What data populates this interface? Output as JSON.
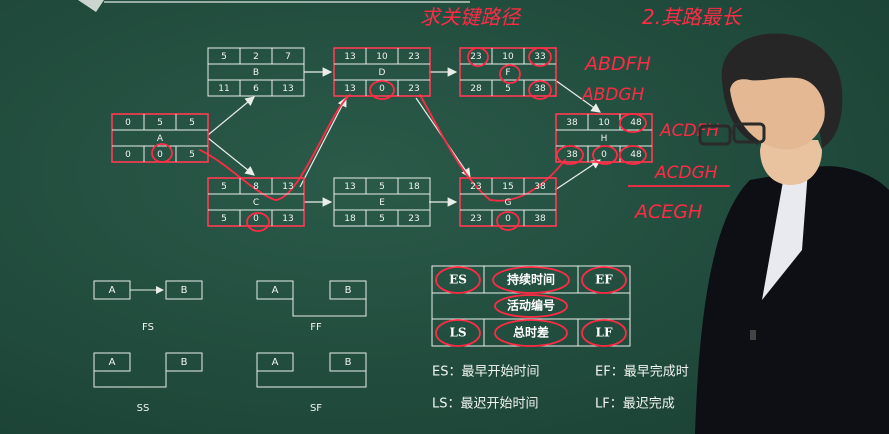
{
  "nodes": [
    {
      "id": "A",
      "es": "0",
      "dur": "5",
      "ef": "5",
      "ls": "0",
      "tf": "0",
      "lf": "5"
    },
    {
      "id": "B",
      "es": "5",
      "dur": "2",
      "ef": "7",
      "ls": "11",
      "tf": "6",
      "lf": "13"
    },
    {
      "id": "C",
      "es": "5",
      "dur": "8",
      "ef": "13",
      "ls": "5",
      "tf": "0",
      "lf": "13"
    },
    {
      "id": "D",
      "es": "13",
      "dur": "10",
      "ef": "23",
      "ls": "13",
      "tf": "0",
      "lf": "23"
    },
    {
      "id": "E",
      "es": "13",
      "dur": "5",
      "ef": "18",
      "ls": "18",
      "tf": "5",
      "lf": "23"
    },
    {
      "id": "F",
      "es": "23",
      "dur": "10",
      "ef": "33",
      "ls": "28",
      "tf": "5",
      "lf": "38"
    },
    {
      "id": "G",
      "es": "23",
      "dur": "15",
      "ef": "38",
      "ls": "23",
      "tf": "0",
      "lf": "38"
    },
    {
      "id": "H",
      "es": "38",
      "dur": "10",
      "ef": "48",
      "ls": "38",
      "tf": "0",
      "lf": "48"
    }
  ],
  "legend": {
    "fs": {
      "a": "A",
      "b": "B",
      "label": "FS"
    },
    "ff": {
      "a": "A",
      "b": "B",
      "label": "FF"
    },
    "ss": {
      "a": "A",
      "b": "B",
      "label": "SS"
    },
    "sf": {
      "a": "A",
      "b": "B",
      "label": "SF"
    }
  },
  "key": {
    "es": "ES",
    "duration": "持续时间",
    "ef": "EF",
    "activity": "活动编号",
    "ls": "LS",
    "total_float": "总时差",
    "lf": "LF"
  },
  "definitions": {
    "es": "ES：最早开始时间",
    "ef": "EF：最早完成时",
    "ls": "LS：最迟开始时间",
    "lf": "LF：最迟完成"
  },
  "handwriting": {
    "title_left": "求关键路径",
    "title_right": "2.其路最长",
    "paths": [
      "ABDFH",
      "ABDGH",
      "ACDFH",
      "ACDGH",
      "ACEGH"
    ]
  },
  "colors": {
    "ink": "#ff2b45",
    "chalk": "#e9eee9",
    "board": "#224d3e"
  }
}
